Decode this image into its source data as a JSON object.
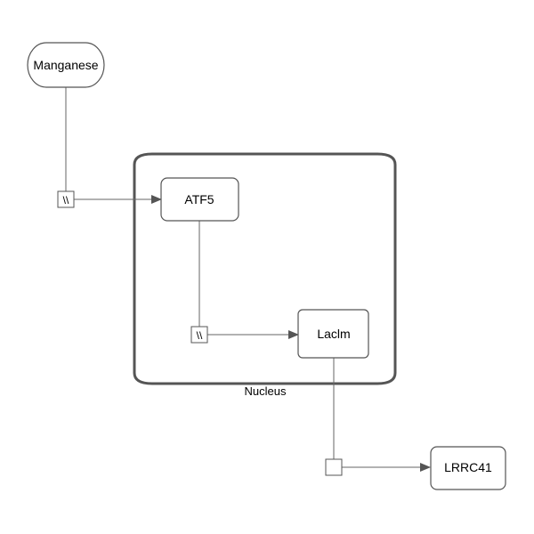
{
  "compartment": {
    "label": "Nucleus"
  },
  "nodes": {
    "manganese": {
      "label": "Manganese"
    },
    "atf5": {
      "label": "ATF5"
    },
    "laclm": {
      "label": "Laclm"
    },
    "lrrc41": {
      "label": "LRRC41"
    }
  },
  "process_glyphs": {
    "p1": {
      "symbol": "\\\\"
    },
    "p2": {
      "symbol": "\\\\"
    },
    "p3": {
      "symbol": ""
    }
  },
  "colors": {
    "stroke": "#555555",
    "line": "#666666",
    "compartment_stroke": "#555555",
    "text": "#000000"
  }
}
